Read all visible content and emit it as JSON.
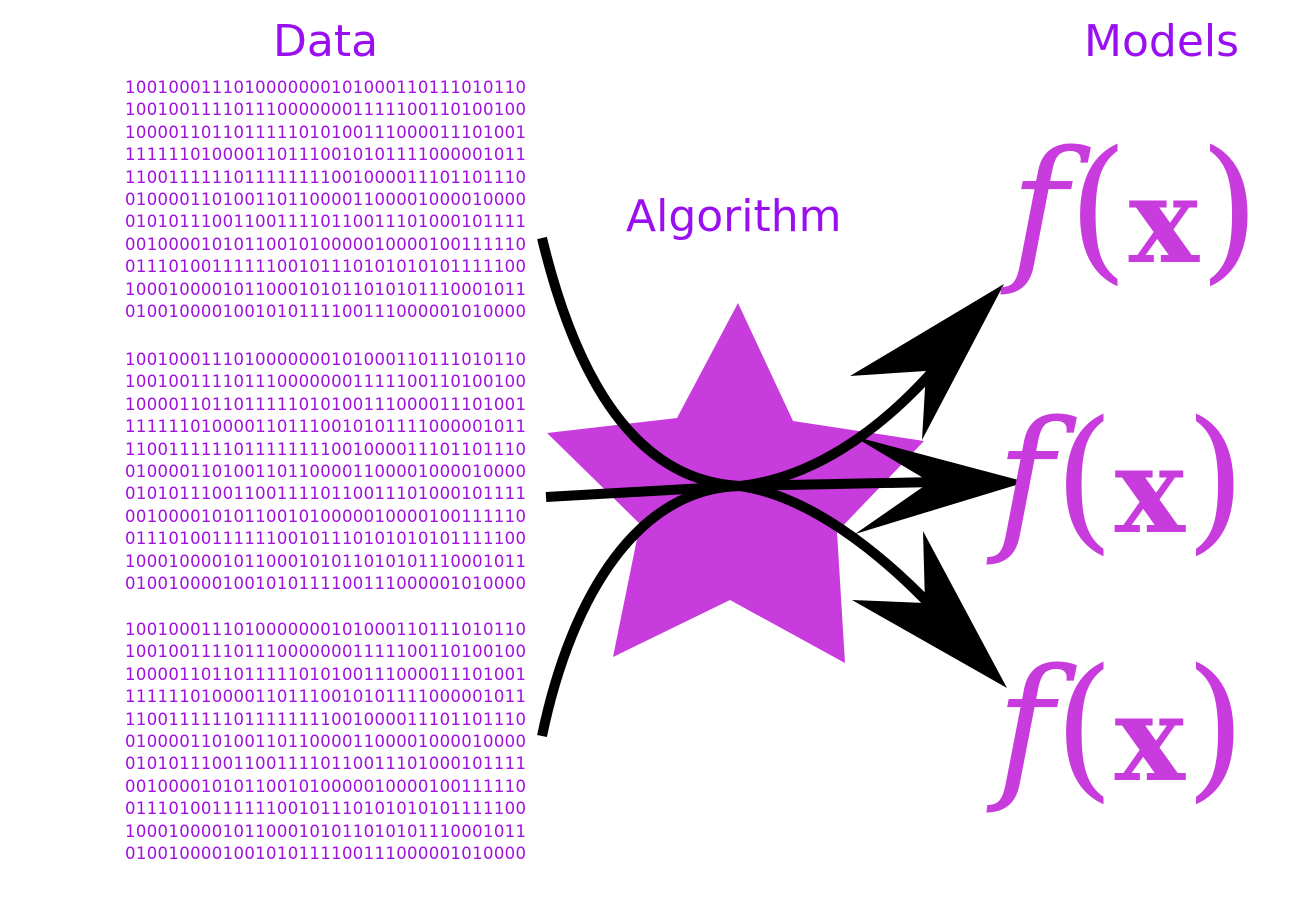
{
  "title_data": "Data",
  "title_models": "Models",
  "title_algorithm": "Algorithm",
  "data_lines": [
    "1001000111010000000101000110111010110",
    "1001001111011100000001111100110100100",
    "1000011011011111010100111000011101001",
    "1111110100001101110010101111000001011",
    "1100111111011111111001000011101101110",
    "0100001101001101100001100001000010000",
    "0101011100110011110110011101000101111",
    "0010000101011001010000010000100111110",
    "0111010011111100101110101010101111100",
    "1000100001011000101011010101110001011",
    "0100100001001010111100111000001010000"
  ],
  "model_text": {
    "f": "f",
    "open": "(",
    "x": "x",
    "close": ")"
  },
  "colors": {
    "title": "#9a0ff0",
    "bits": "#a010e0",
    "star": "#c83bdc",
    "arrows": "#000000"
  }
}
